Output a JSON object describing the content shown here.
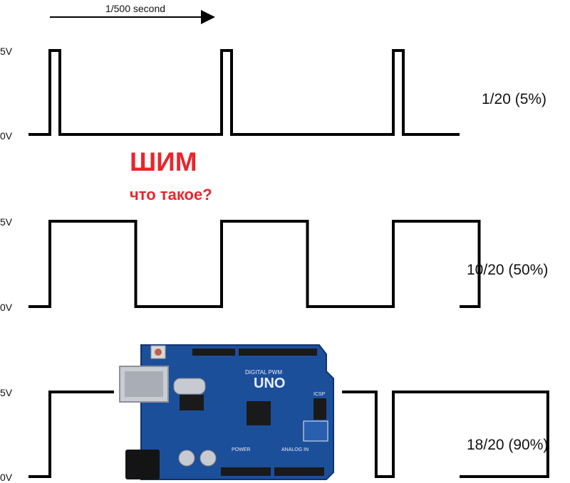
{
  "header": {
    "period_label": "1/500 second"
  },
  "title": {
    "main": "ШИМ",
    "sub": "что такое?"
  },
  "axis": {
    "high": "5V",
    "low": "0V"
  },
  "waveforms": [
    {
      "ratio_label": "1/20 (5%)",
      "duty": 0.05
    },
    {
      "ratio_label": "10/20 (50%)",
      "duty": 0.5
    },
    {
      "ratio_label": "18/20 (90%)",
      "duty": 0.9
    }
  ],
  "board": {
    "model": "UNO",
    "digital_label": "DIGITAL PWM",
    "power_label": "POWER",
    "analog_label": "ANALOG IN",
    "icsp_label": "ICSP"
  },
  "colors": {
    "title": "#e8262b",
    "board": "#1c4f9a",
    "line": "#000000"
  }
}
